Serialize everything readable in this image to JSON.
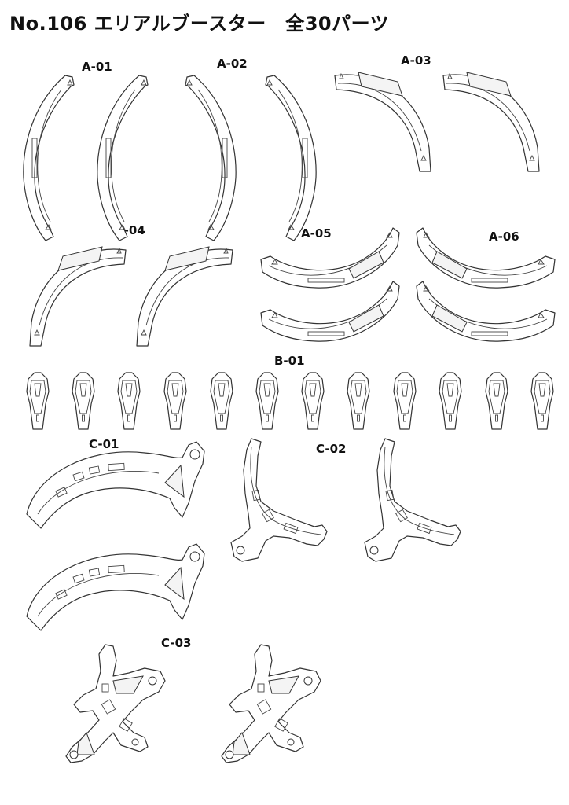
{
  "title": "No.106 エリアルブースター　全30パーツ",
  "labels": {
    "a01": "A-01",
    "a02": "A-02",
    "a03": "A-03",
    "a04": "A-04",
    "a05": "A-05",
    "a06": "A-06",
    "b01": "B-01",
    "c01": "C-01",
    "c02": "C-02",
    "c03": "C-03"
  },
  "colors": {
    "line": "#333333",
    "background": "#ffffff",
    "panel": "#f4f4f4"
  }
}
